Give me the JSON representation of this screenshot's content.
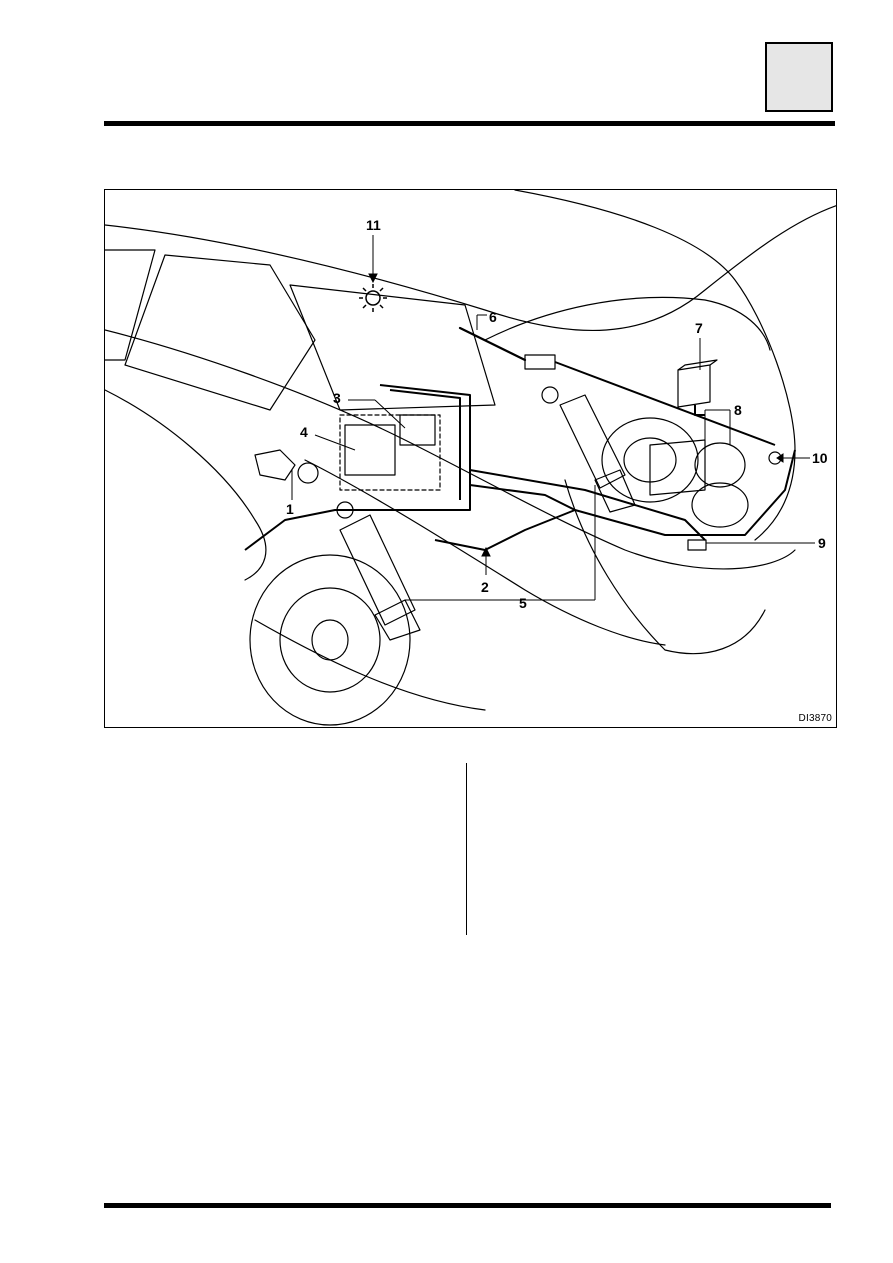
{
  "figure": {
    "callouts": [
      {
        "id": "1",
        "label": "1"
      },
      {
        "id": "2",
        "label": "2"
      },
      {
        "id": "3",
        "label": "3"
      },
      {
        "id": "4",
        "label": "4"
      },
      {
        "id": "5",
        "label": "5"
      },
      {
        "id": "6",
        "label": "6"
      },
      {
        "id": "7",
        "label": "7"
      },
      {
        "id": "8",
        "label": "8"
      },
      {
        "id": "9",
        "label": "9"
      },
      {
        "id": "10",
        "label": "10"
      },
      {
        "id": "11",
        "label": "11"
      }
    ],
    "reference": "DI3870"
  }
}
